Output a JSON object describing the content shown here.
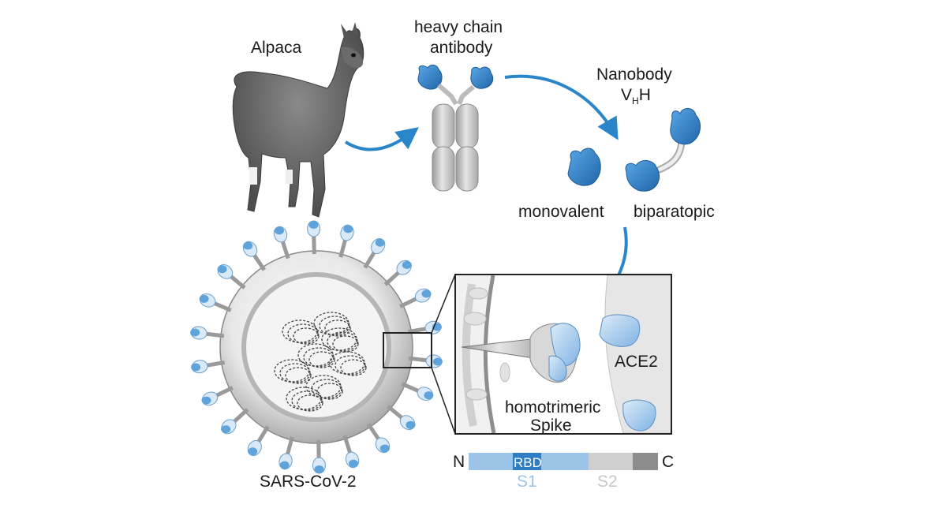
{
  "labels": {
    "alpaca": "Alpaca",
    "heavy_chain_line1": "heavy chain",
    "heavy_chain_line2": "antibody",
    "nanobody_line1": "Nanobody",
    "nanobody_vhh_v": "V",
    "nanobody_vhh_sub": "H",
    "nanobody_vhh_h": "H",
    "monovalent": "monovalent",
    "biparatopic": "biparatopic",
    "virus": "SARS-CoV-2",
    "ace2": "ACE2",
    "spike_line1": "homotrimeric",
    "spike_line2": "Spike"
  },
  "domain_bar": {
    "n_label": "N",
    "c_label": "C",
    "rbd_label": "RBD",
    "s1_label": "S1",
    "s2_label": "S2"
  },
  "colors": {
    "nanobody_blue": "#2f7ec4",
    "arrow_blue": "#2b86c9",
    "s1_light_blue": "#9cc4e8",
    "rbd_blue": "#2f7ec4",
    "s2_gray": "#cfcfcf",
    "tm_gray": "#8c8c8c",
    "antibody_gray": "#cdcdcd",
    "text": "#1a1a1a"
  }
}
